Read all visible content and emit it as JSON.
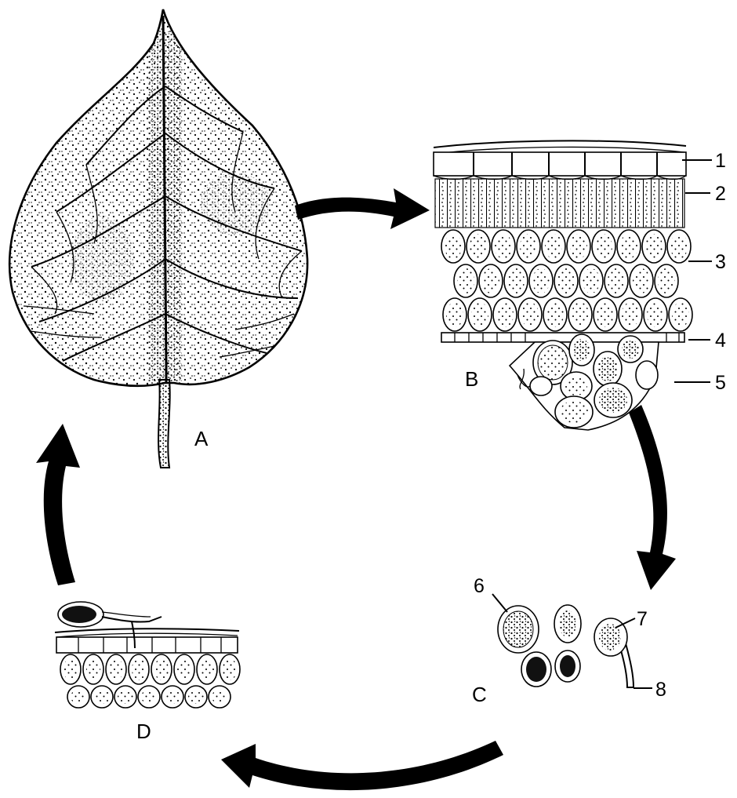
{
  "panels": {
    "a": {
      "label": "A"
    },
    "b": {
      "label": "B"
    },
    "c": {
      "label": "C"
    },
    "d": {
      "label": "D"
    }
  },
  "parts": [
    "1",
    "2",
    "3",
    "4",
    "5",
    "6",
    "7",
    "8"
  ]
}
